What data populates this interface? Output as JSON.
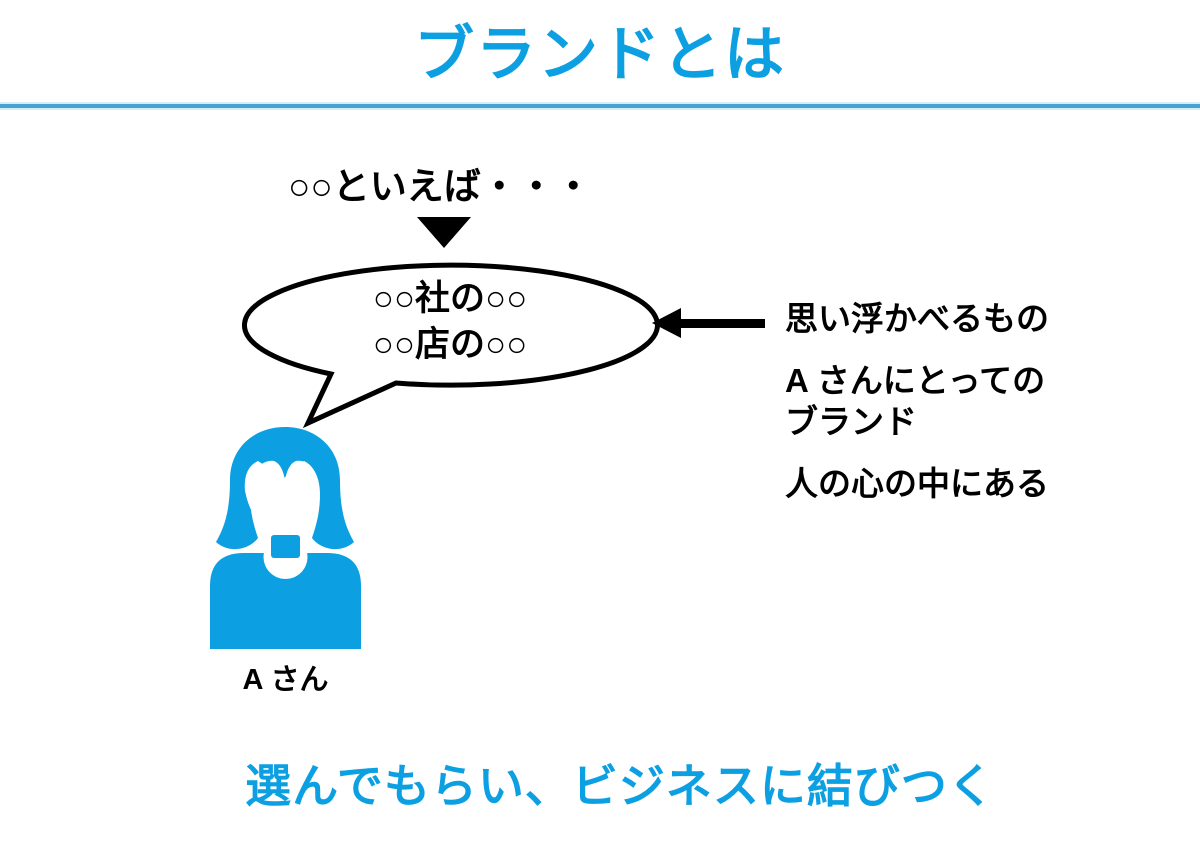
{
  "title": "ブランドとは",
  "colors": {
    "accent_blue": "#0ca0e2",
    "divider_blue": "#46a3d2",
    "text_black": "#000000"
  },
  "diagram": {
    "trigger_text": "○○といえば・・・",
    "bubble": {
      "line1": "○○社の○○",
      "line2": "○○店の○○"
    },
    "annotations": [
      "思い浮かべるもの",
      "A さんにとっての\nブランド",
      "人の心の中にある"
    ],
    "person_label": "A さん",
    "person_icon": "woman-user-icon"
  },
  "footer": {
    "text": "選んでもらい、ビジネスに結びつく"
  }
}
